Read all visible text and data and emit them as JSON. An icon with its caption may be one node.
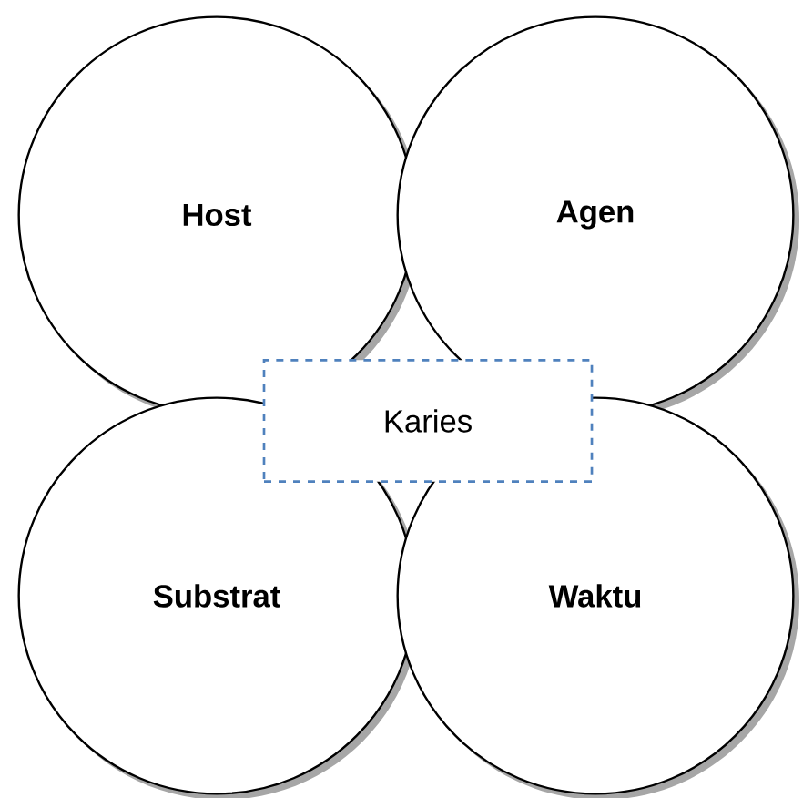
{
  "diagram": {
    "nodes": [
      {
        "text": [
          "Host"
        ]
      },
      {
        "text": [
          "Agen"
        ]
      },
      {
        "text": [
          "Substrat"
        ]
      },
      {
        "text": [
          "Waktu"
        ]
      },
      {
        "text": [
          "Karies"
        ]
      }
    ]
  }
}
